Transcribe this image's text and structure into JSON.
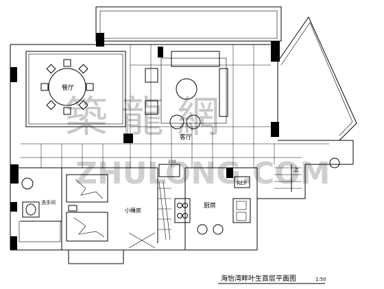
{
  "title": "海怡湾畔叶生首层平面图",
  "scale": "1:50",
  "rooms": {
    "dining": "餐厅",
    "living": "客厅",
    "bedroom": "小睡房",
    "kitchen": "厨房",
    "bathroom": "洗手间"
  },
  "labels": {
    "fridge": "REF",
    "stairs_up": "上",
    "dim": "200"
  },
  "watermark": {
    "cn": "築 龍 網",
    "en": "ZHULONG.COM"
  }
}
